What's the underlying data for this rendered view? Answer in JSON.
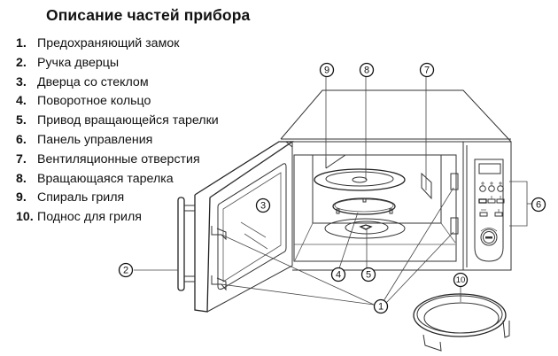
{
  "title": "Описание частей прибора",
  "parts": [
    {
      "num": "1.",
      "label": "Предохраняющий замок"
    },
    {
      "num": "2.",
      "label": "Ручка дверцы"
    },
    {
      "num": "3.",
      "label": "Дверца со стеклом"
    },
    {
      "num": "4.",
      "label": "Поворотное кольцо"
    },
    {
      "num": "5.",
      "label": "Привод вращающейся тарелки"
    },
    {
      "num": "6.",
      "label": "Панель управления"
    },
    {
      "num": "7.",
      "label": "Вентиляционные отверстия"
    },
    {
      "num": "8.",
      "label": "Вращающаяся тарелка"
    },
    {
      "num": "9.",
      "label": "Спираль гриля"
    },
    {
      "num": "10.",
      "label": "Поднос для гриля"
    }
  ],
  "callouts": {
    "c1": "1",
    "c2": "2",
    "c3": "3",
    "c4": "4",
    "c5": "5",
    "c6": "6",
    "c7": "7",
    "c8": "8",
    "c9": "9",
    "c10": "10"
  }
}
